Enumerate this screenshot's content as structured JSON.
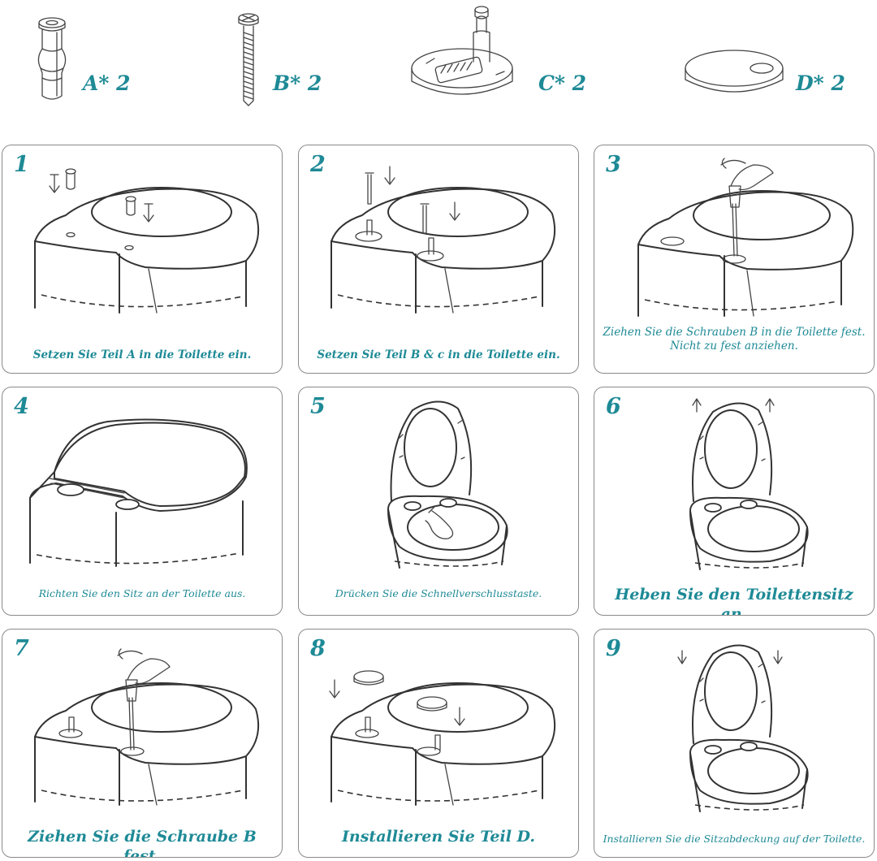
{
  "parts": [
    {
      "id": "A",
      "label": "A* 2",
      "icon": "bushing-icon"
    },
    {
      "id": "B",
      "label": "B* 2",
      "icon": "screw-icon"
    },
    {
      "id": "C",
      "label": "C* 2",
      "icon": "hinge-base-icon"
    },
    {
      "id": "D",
      "label": "D* 2",
      "icon": "cover-cap-icon"
    }
  ],
  "steps": [
    {
      "number": "1",
      "caption": "Setzen Sie Teil A in die Toilette ein."
    },
    {
      "number": "2",
      "caption": "Setzen Sie Teil B & c in die Toilette ein."
    },
    {
      "number": "3",
      "caption": "Ziehen Sie die Schrauben B in die Toilette fest. Nicht zu fest anziehen."
    },
    {
      "number": "4",
      "caption": "Richten Sie den Sitz an der Toilette aus."
    },
    {
      "number": "5",
      "caption": "Drücken Sie die Schnellverschlusstaste."
    },
    {
      "number": "6",
      "caption": "Heben Sie den Toilettensitz an."
    },
    {
      "number": "7",
      "caption": "Ziehen Sie die Schraube B fest."
    },
    {
      "number": "8",
      "caption": "Installieren Sie Teil D."
    },
    {
      "number": "9",
      "caption": "Installieren Sie die Sitzabdeckung auf der Toilette."
    }
  ],
  "colors": {
    "accent": "#1e8a96",
    "line": "#333333",
    "border": "#8a8a8a"
  }
}
